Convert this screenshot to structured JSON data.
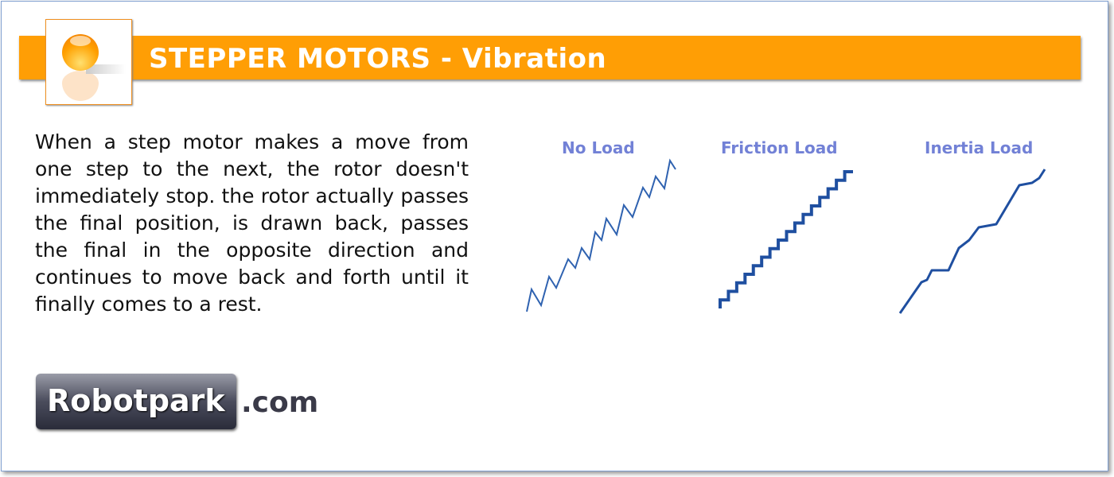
{
  "header": {
    "title": "STEPPER MOTORS - Vibration"
  },
  "body": {
    "paragraph": "When a step motor makes a move from one step to the next, the rotor doesn't immediately stop. the rotor actually passes the final position, is drawn back, passes the final in the opposite direction and continues to move back and forth until it finally comes to a rest."
  },
  "diagram": {
    "labels": [
      "No Load",
      "Friction Load",
      "Inertia Load"
    ],
    "line_color": "#1f4fa0",
    "label_color": "#7281d6"
  },
  "logo": {
    "name": "Robotpark",
    "suffix": ".com"
  },
  "colors": {
    "banner": "#ff9e05"
  }
}
